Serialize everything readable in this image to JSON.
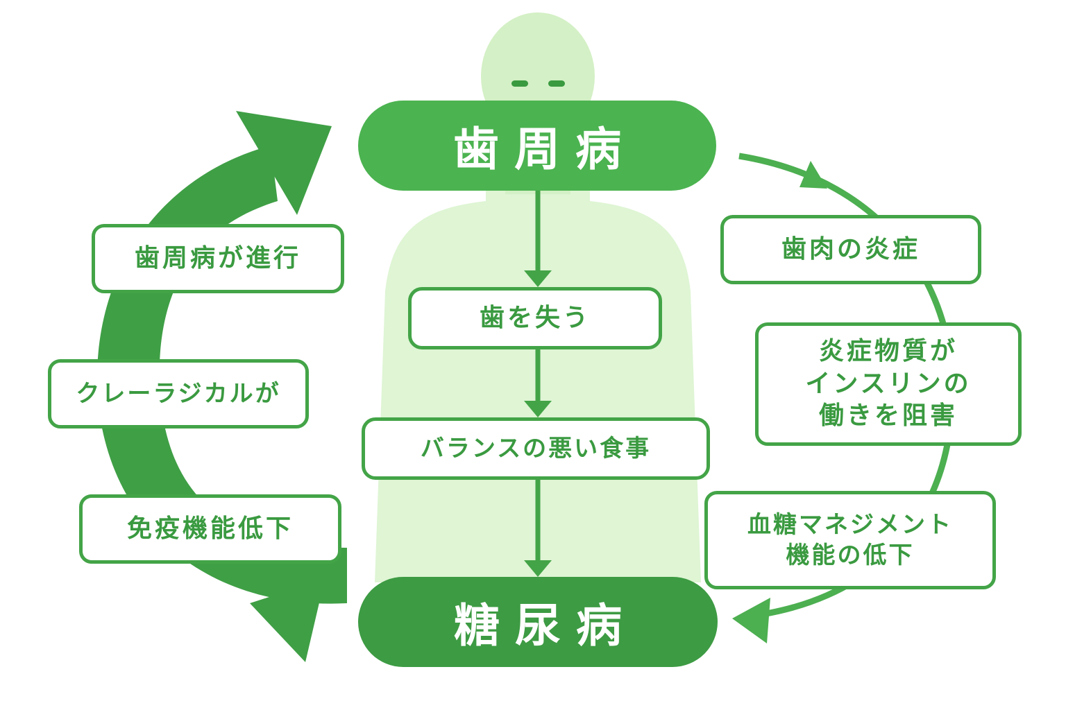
{
  "colors": {
    "figure": "#dff5d4",
    "figure_face": "#d4f0c6",
    "accent": "#43a447",
    "accent_dark": "#3a9a40",
    "arrow_left": "#3f9f45",
    "arrow_right": "#4caf50",
    "pill_top": "#4bb350",
    "pill_bottom": "#3d9b43"
  },
  "icons": {
    "figure": "person-silhouette-icon",
    "eyes": "closed-eyes-icon"
  },
  "top": {
    "label": "歯周病"
  },
  "bottom": {
    "label": "糖尿病"
  },
  "center": {
    "steps": [
      "歯を失う",
      "バランスの悪い食事"
    ]
  },
  "left": {
    "items": [
      "歯周病が進行",
      "ク‌レーラジカルが",
      "免疫機能低下"
    ]
  },
  "right": {
    "items": [
      "歯肉の炎症",
      "炎症物質が\nインスリンの\n働きを阻害",
      "血糖マネジメント\n機能の低下"
    ]
  }
}
